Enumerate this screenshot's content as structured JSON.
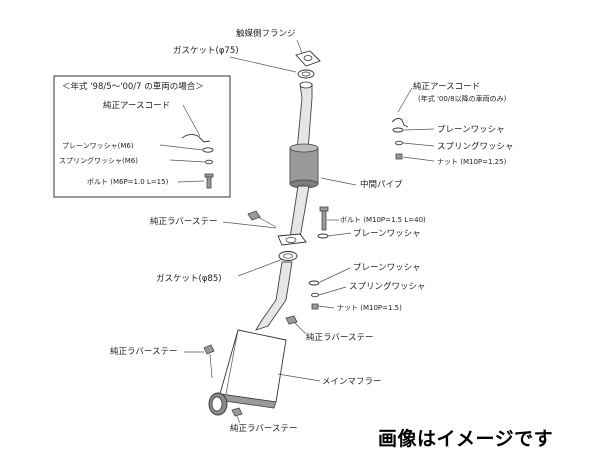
{
  "labels": {
    "catalyst_flange": "触媒側フランジ",
    "gasket_75": "ガスケット(φ75)",
    "inset_title": "＜年式 '98/5～'00/7 の車両の場合＞",
    "inset_earth_cord": "純正アースコード",
    "inset_plain_washer": "プレーンワッシャ(M6)",
    "inset_spring_washer": "スプリングワッシャ(M6)",
    "inset_bolt": "ボルト (M6P=1.0 L=15)",
    "right_earth_cord": "純正アースコード",
    "right_earth_cord_note": "(年式 '00/8以降の車両のみ)",
    "right_plain_washer": "プレーンワッシャ",
    "right_spring_washer": "スプリングワッシャ",
    "right_nut": "ナット (M10P=1.25)",
    "center_pipe": "中間パイプ",
    "rubber_stay_1": "純正ラバーステー",
    "bolt_m10": "ボルト (M10P=1.5 L=40)",
    "plain_washer_mid": "プレーンワッシャ",
    "gasket_85": "ガスケット(φ85)",
    "plain_washer_lower": "プレーンワッシャ",
    "spring_washer_lower": "スプリングワッシャ",
    "nut_lower": "ナット (M10P=1.5)",
    "rubber_stay_2": "純正ラバーステー",
    "rubber_stay_3": "純正ラバーステー",
    "main_muffler": "メインマフラー",
    "rubber_stay_4": "純正ラバーステー"
  },
  "caption": "画像はイメージです"
}
